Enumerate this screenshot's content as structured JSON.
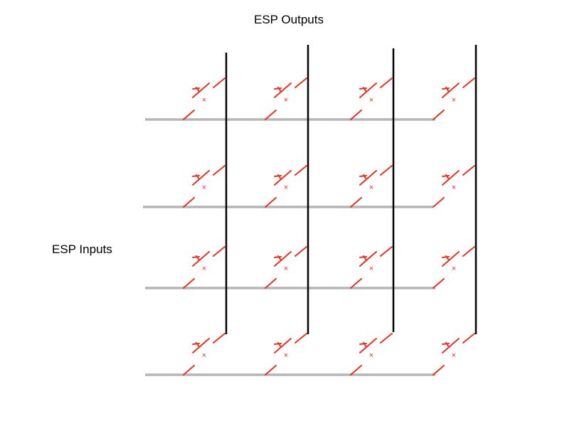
{
  "labels": {
    "outputs": "ESP Outputs",
    "inputs": "ESP Inputs"
  },
  "matrix": {
    "rows": 4,
    "columns": 4,
    "switch_symbol": "pushbutton-switch-icon",
    "cross_mark": "×"
  },
  "colors": {
    "output_line": "#000000",
    "input_line": "#b5b5b5",
    "switch": "#e8321f"
  }
}
